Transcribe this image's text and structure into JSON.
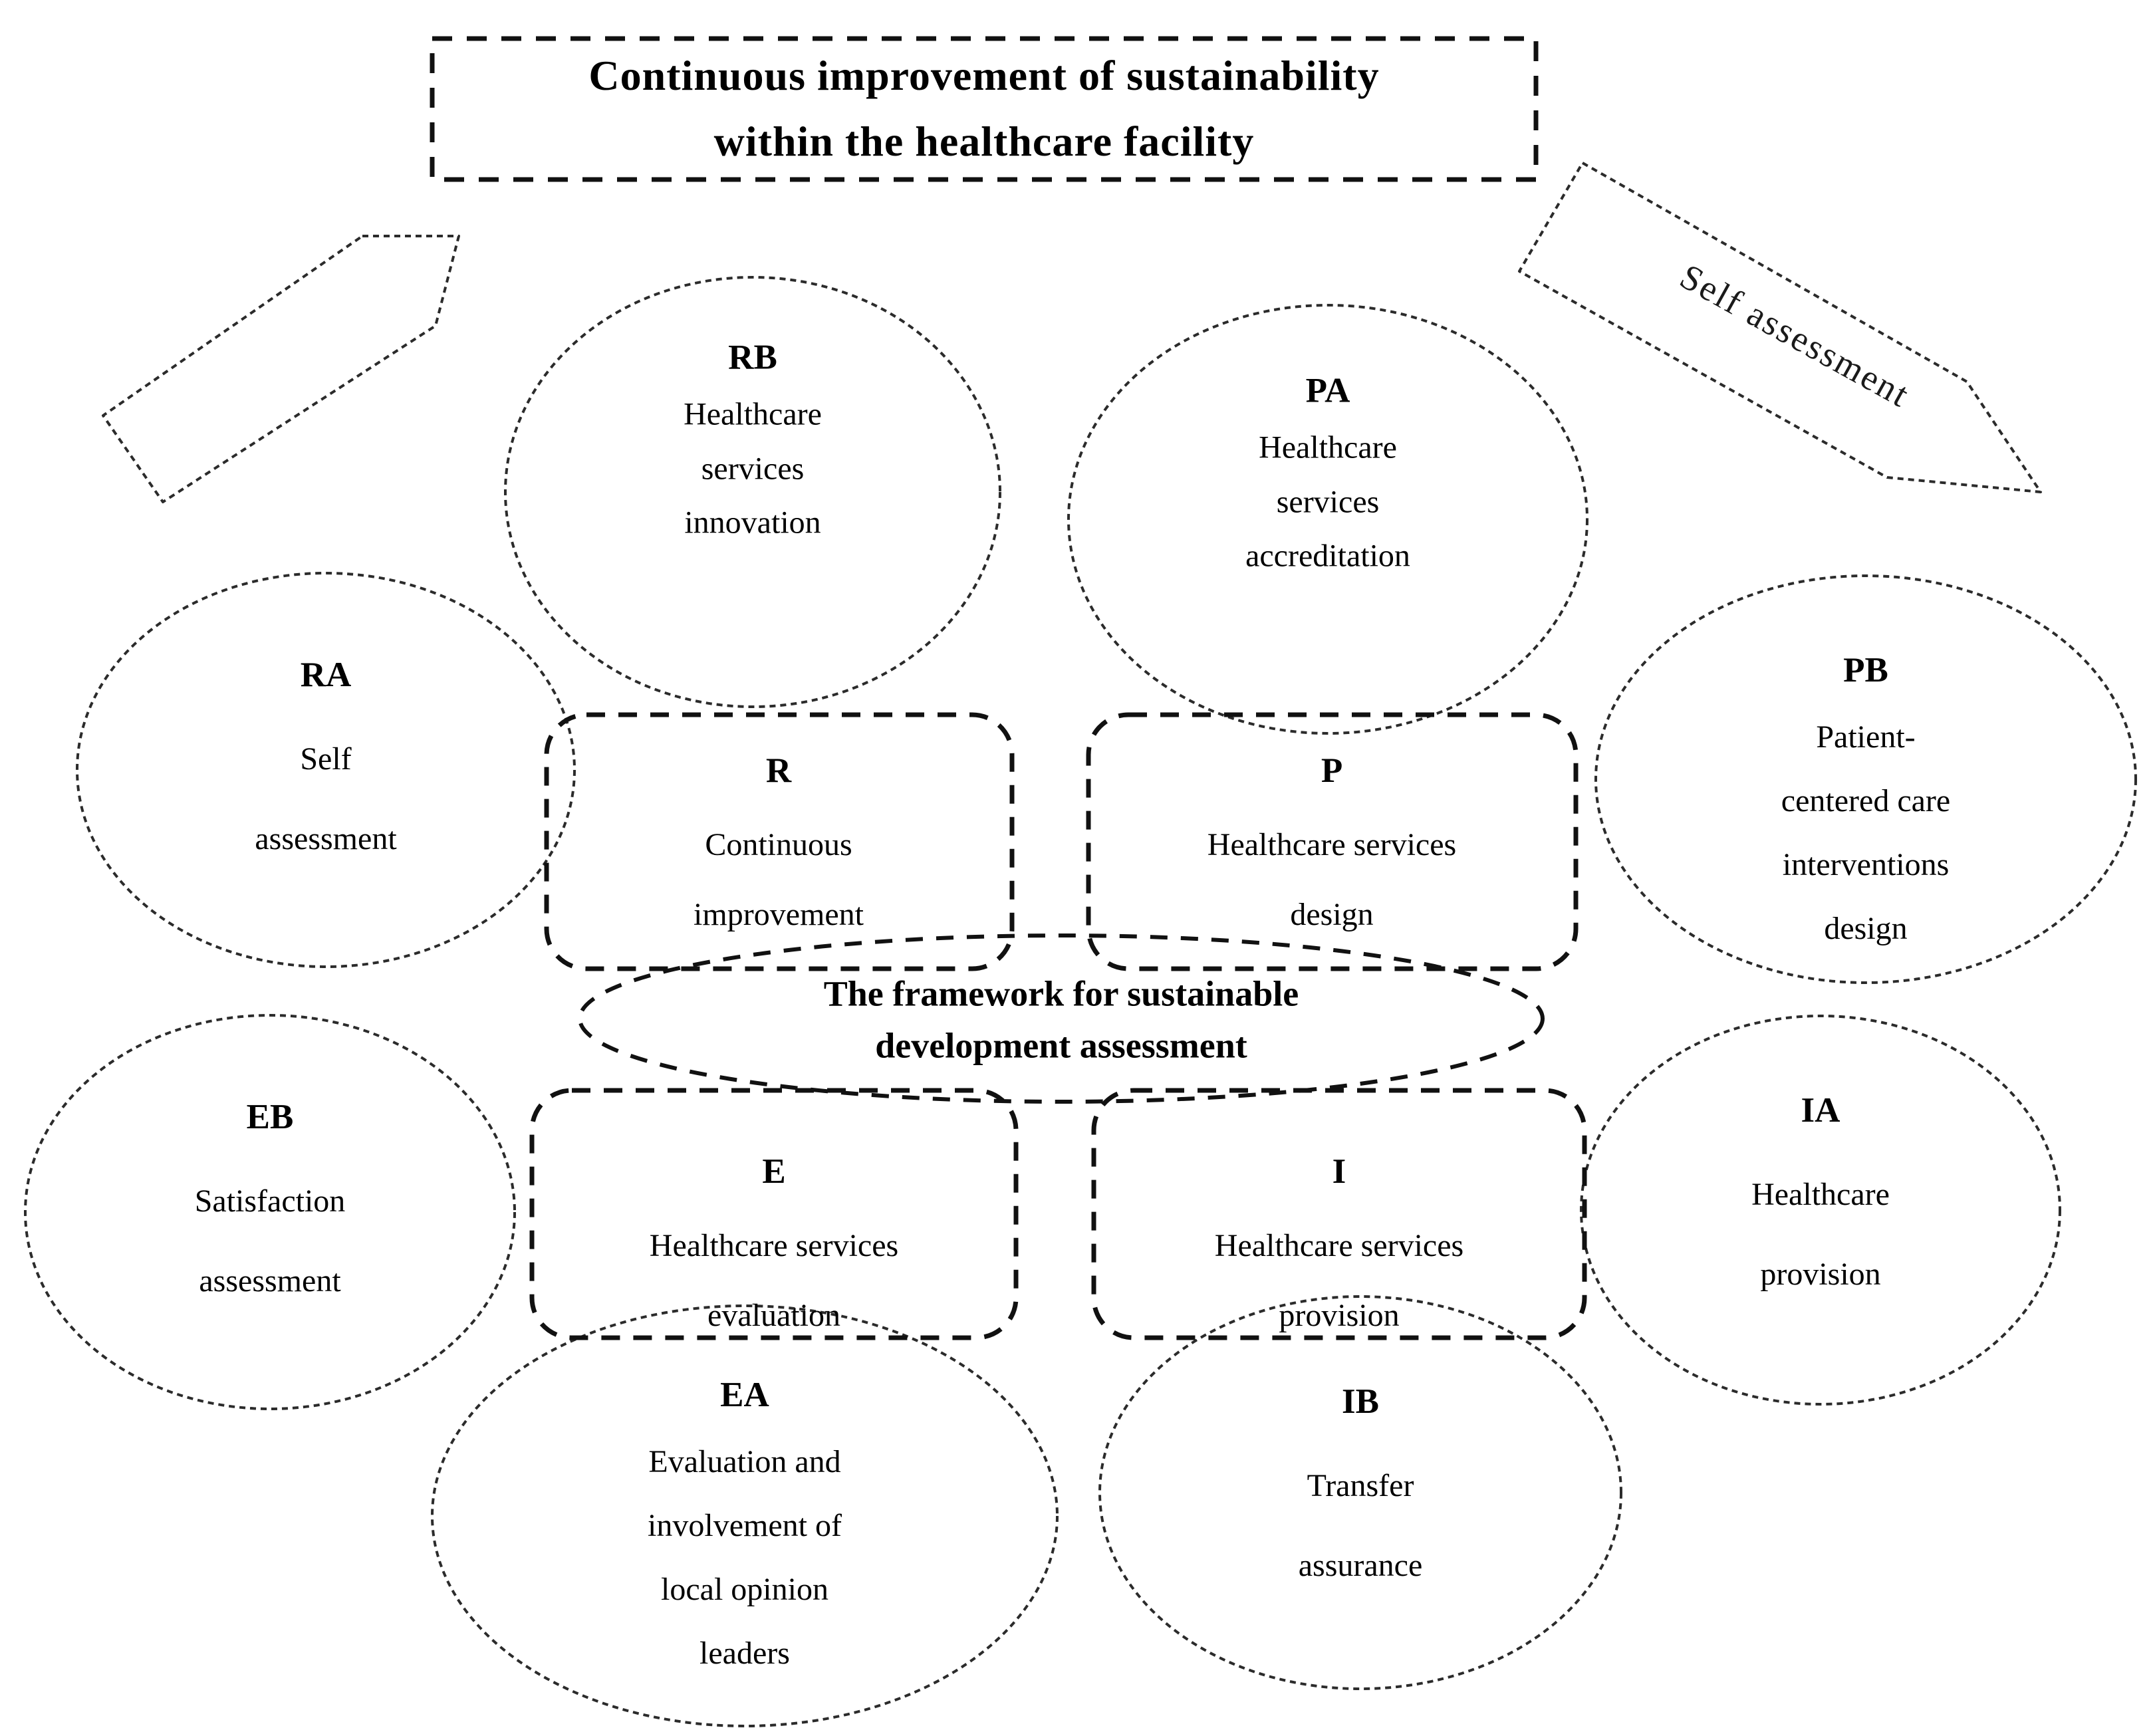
{
  "colors": {
    "background": "#ffffff",
    "stroke": "#1f1f1f",
    "text": "#000000"
  },
  "title_box": {
    "text": "Continuous improvement of sustainability\nwithin the healthcare facility"
  },
  "arrows": {
    "self_assessment_label": "Self assessment",
    "upper_left_arrow": "unlabeled-banner-arrow"
  },
  "center_ellipse": {
    "text": "The framework for sustainable\ndevelopment assessment"
  },
  "nodes": {
    "RB": {
      "code": "RB",
      "label": "Healthcare\nservices\ninnovation",
      "shape": "ellipse"
    },
    "PA": {
      "code": "PA",
      "label": "Healthcare\nservices\naccreditation",
      "shape": "ellipse"
    },
    "RA": {
      "code": "RA",
      "label": "Self\nassessment",
      "shape": "ellipse"
    },
    "PB": {
      "code": "PB",
      "label": "Patient-\ncentered care\ninterventions\ndesign",
      "shape": "ellipse"
    },
    "R": {
      "code": "R",
      "label": "Continuous\nimprovement",
      "shape": "dashed-box"
    },
    "P": {
      "code": "P",
      "label": "Healthcare services\ndesign",
      "shape": "dashed-box"
    },
    "EB": {
      "code": "EB",
      "label": "Satisfaction\nassessment",
      "shape": "ellipse"
    },
    "E": {
      "code": "E",
      "label": "Healthcare services\nevaluation",
      "shape": "dashed-box"
    },
    "I": {
      "code": "I",
      "label": "Healthcare services\nprovision",
      "shape": "dashed-box"
    },
    "IA": {
      "code": "IA",
      "label": "Healthcare\nprovision",
      "shape": "ellipse"
    },
    "EA": {
      "code": "EA",
      "label": "Evaluation and\ninvolvement of\nlocal opinion\nleaders",
      "shape": "ellipse"
    },
    "IB": {
      "code": "IB",
      "label": "Transfer\nassurance",
      "shape": "ellipse"
    }
  }
}
